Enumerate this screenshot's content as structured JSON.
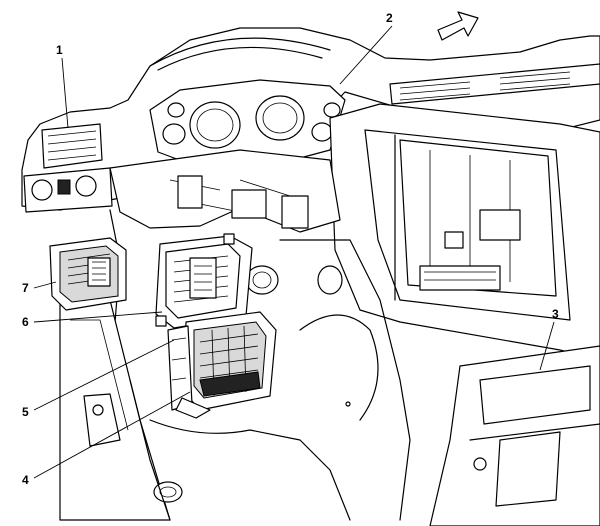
{
  "callouts": {
    "c1": "1",
    "c2": "2",
    "c3": "3",
    "c4": "4",
    "c5": "5",
    "c6": "6",
    "c7": "7"
  },
  "icons": {
    "direction_arrow": "forward-arrow-icon"
  }
}
